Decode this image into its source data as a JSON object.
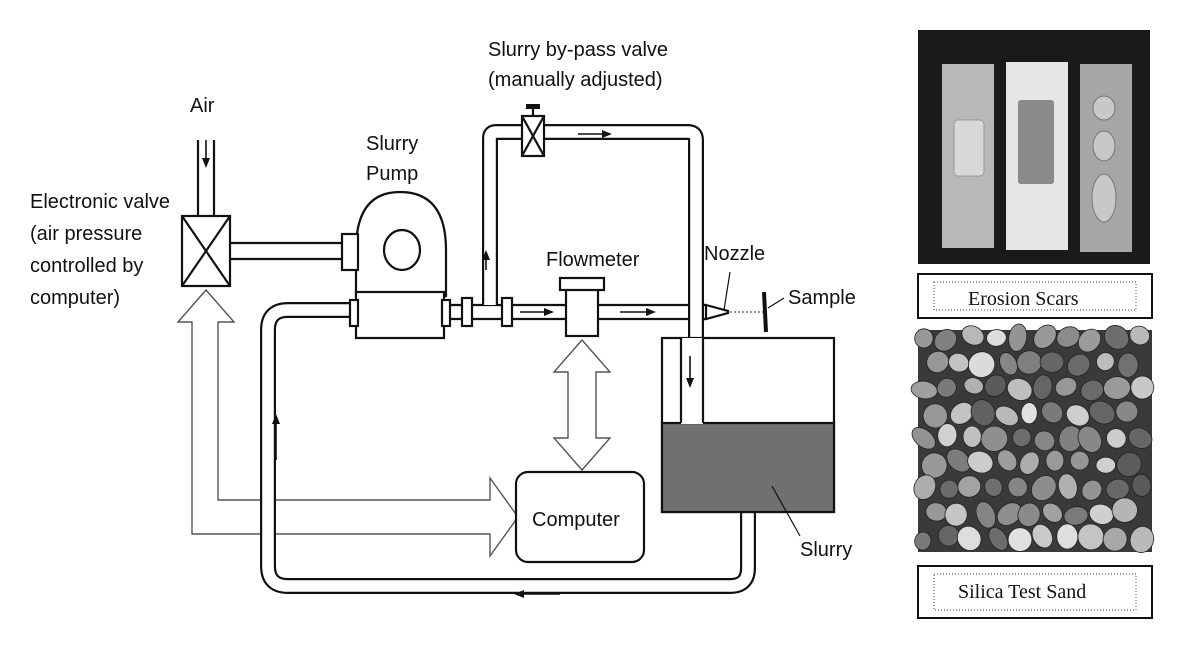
{
  "labels": {
    "air": "Air",
    "electronic_valve": [
      "Electronic valve",
      "(air pressure",
      "controlled by",
      "computer)"
    ],
    "slurry_pump": [
      "Slurry",
      "Pump"
    ],
    "bypass_valve": [
      "Slurry by-pass valve",
      "(manually adjusted)"
    ],
    "flowmeter": "Flowmeter",
    "nozzle": "Nozzle",
    "sample": "Sample",
    "computer": "Computer",
    "slurry": "Slurry"
  },
  "photos": {
    "erosion_scars_caption": "Erosion Scars",
    "silica_sand_caption": "Silica Test Sand"
  },
  "colors": {
    "slurry_fill": "#707070",
    "photo_dark": "#1a1a1a",
    "sand_bg": "#3a3a3a"
  }
}
